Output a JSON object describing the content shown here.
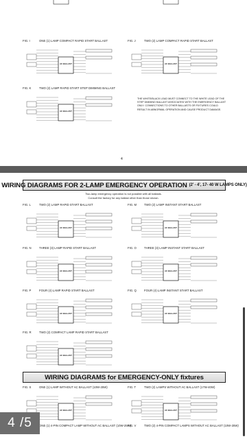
{
  "top_page": {
    "figures": [
      {
        "num": "FIG. I",
        "title": "ONE (1) LAMP COMPACT RAPID START BALLAST"
      },
      {
        "num": "FIG. J",
        "title": "TWO (2) LAMP COMPACT RAPID START BALLAST"
      },
      {
        "num": "FIG. K",
        "title": "TWO (2) LAMP RAPID START STEP DIMMING BALLAST"
      }
    ],
    "note": "The white/black lead must connect to the white lead of the step dimming ballast associated with the emergency ballast only. Connections to other ballasts or fixtures could result in abnormal operation and cause product damage.",
    "page_number": "4"
  },
  "bottom_page": {
    "heading": "WIRING DIAGRAMS FOR 2-LAMP EMERGENCY OPERATION",
    "heading_sub": "(2’ - 4’, 17- 40 W LAMPS ONLY)",
    "sub_note_1": "Two-lamp emergency operation is not possible with all ballasts.",
    "sub_note_2": "Consult the factory for any ballast other than those shown.",
    "figures": [
      {
        "num": "FIG. L",
        "title": "TWO (2) LAMP RAPID START BALLAST"
      },
      {
        "num": "FIG. M",
        "title": "TWO (2) LAMP INSTANT START BALLAST"
      },
      {
        "num": "FIG. N",
        "title": "THREE (3) LAMP RAPID START BALLAST"
      },
      {
        "num": "FIG. O",
        "title": "THREE (3) LAMP INSTANT START BALLAST"
      },
      {
        "num": "FIG. P",
        "title": "FOUR (4) LAMP RAPID START BALLAST"
      },
      {
        "num": "FIG. Q",
        "title": "FOUR (4) LAMP INSTANT START BALLAST"
      },
      {
        "num": "FIG. R",
        "title": "TWO (2) COMPACT LAMP RAPID START BALLAST"
      }
    ],
    "heading2": "WIRING DIAGRAMS for EMERGENCY-ONLY fixtures",
    "figures2": [
      {
        "num": "FIG. S",
        "title": "ONE (1) LAMP WITHOUT AC BALLAST (10W-25W)"
      },
      {
        "num": "FIG. T",
        "title": "TWO (2) LAMPS WITHOUT AC BALLAST (17W-40W)"
      },
      {
        "num": "FIG. U",
        "title": "ONE (1) 4-PIN COMPACT LAMP WITHOUT AC BALLAST (10W-25W)"
      },
      {
        "num": "FIG. V",
        "title": "TWO (2) 4-PIN COMPACT LAMPS WITHOUT AC BALLAST (10W-25W)"
      }
    ]
  },
  "ballast_label": "AC BALLAST",
  "viewer": {
    "page_counter": "4 /5"
  }
}
